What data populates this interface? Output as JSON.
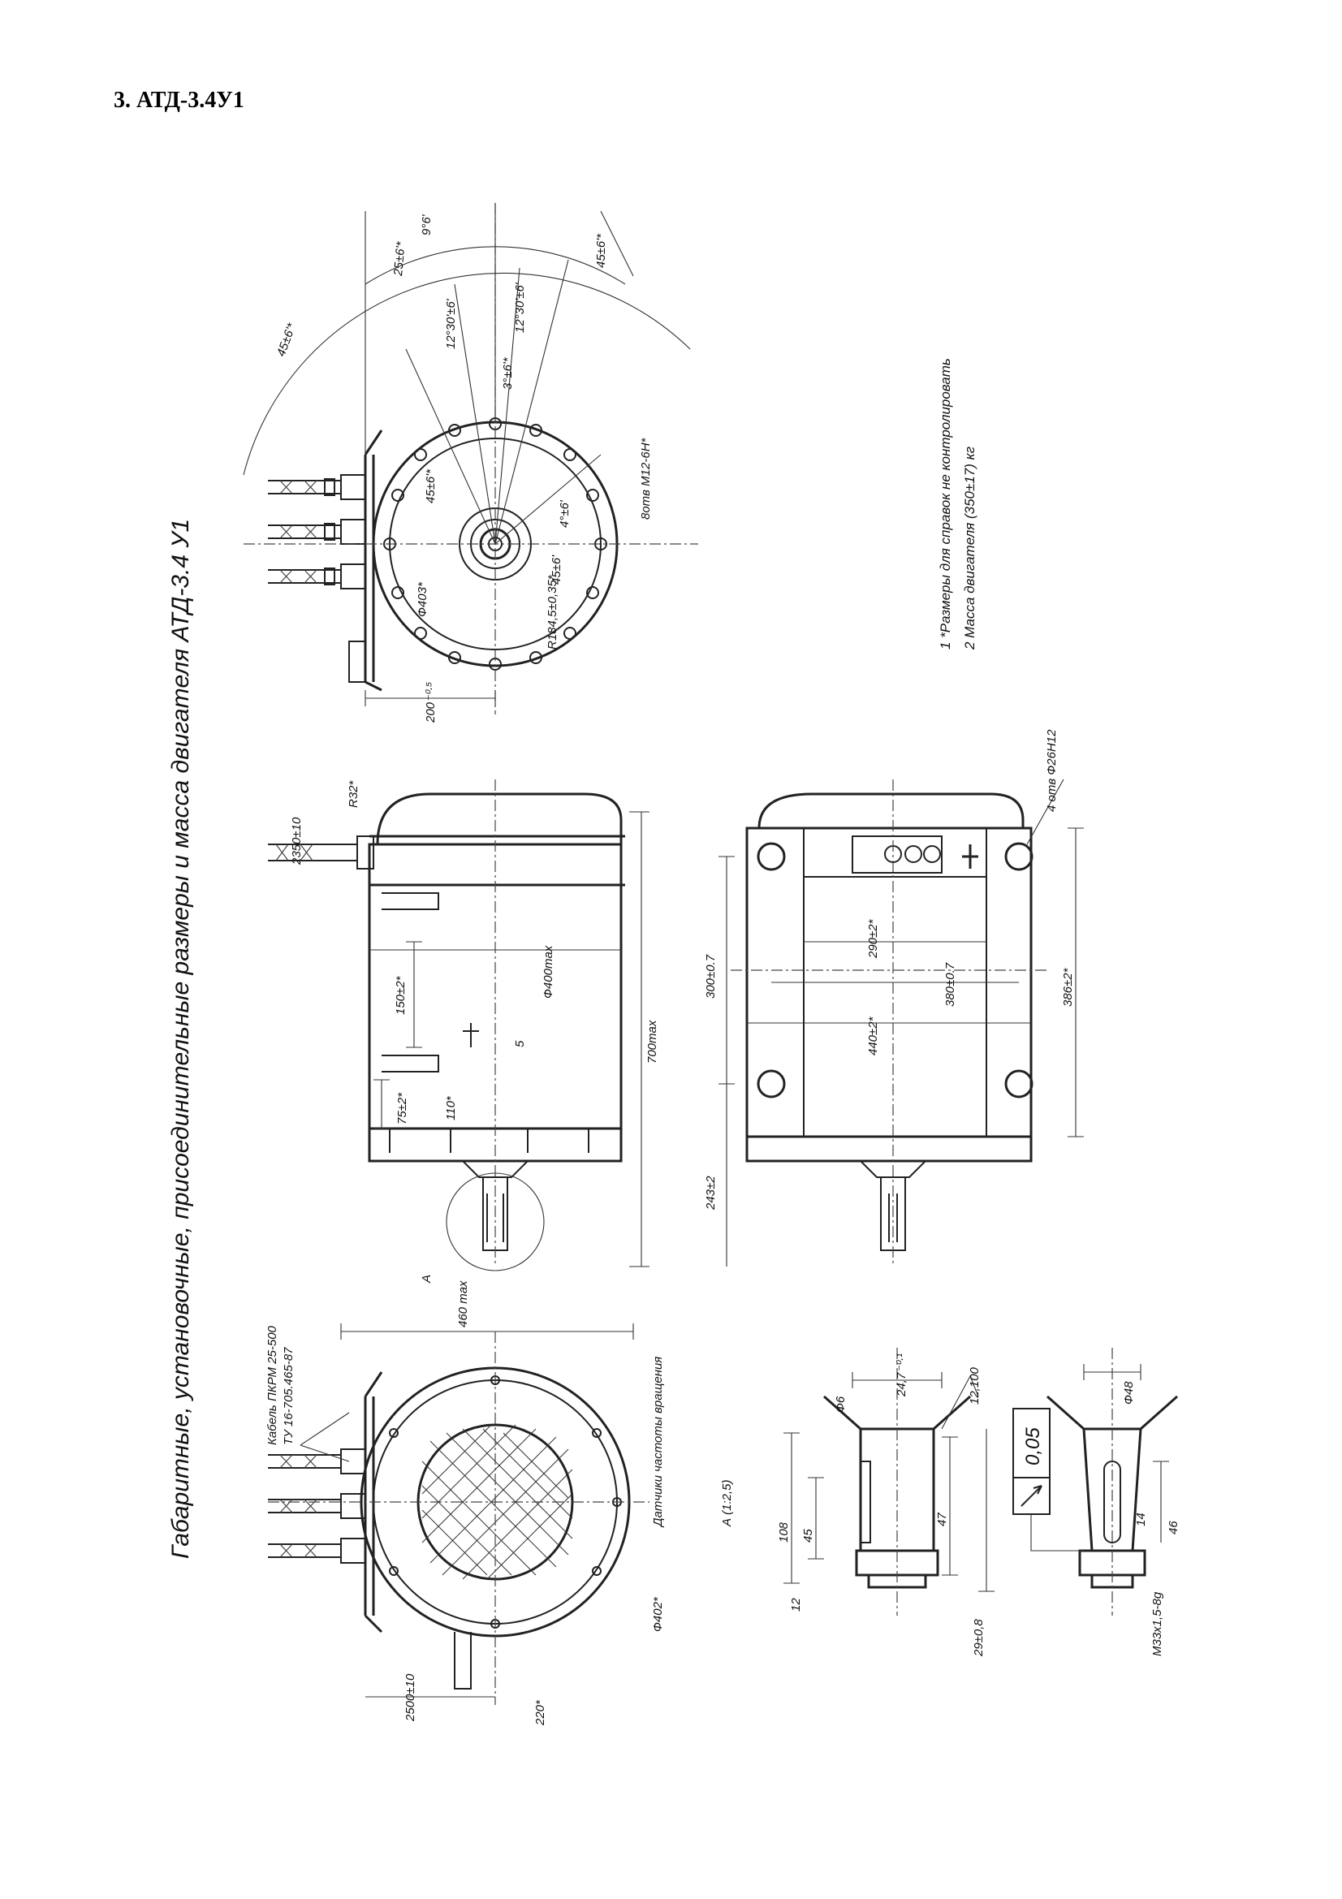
{
  "heading": "3. АТД-3.4У1",
  "drawing": {
    "title": "Габаритные, установочные, присоединительные размеры и масса двигателя АТД-3.4 У1",
    "notes": [
      "1  *Размеры для справок не контролировать",
      "2  Масса двигателя (350±17) кг"
    ],
    "dims": {
      "a45_1": "45±6'*",
      "a25": "25±6'*",
      "a9": "9°6'",
      "a45_2": "45±6'*",
      "a12a": "12°30'±6'",
      "a12b": "12°30'±6'",
      "a3": "3°±6'*",
      "a45_3": "45±6'*",
      "thread": "8отв М12-6Н*",
      "a45_4": "45±6'",
      "a4": "4°±6'",
      "d403": "Ф403*",
      "r184": "R184,5±0,35*",
      "d200": "200⁻⁰·⁵",
      "r32": "R32*",
      "c2350": "2350±10",
      "d400": "Ф400max",
      "c150": "150±2*",
      "c75": "75±2*",
      "c110": "110*",
      "c5": "5",
      "c700": "700max",
      "c300": "300±0.7",
      "c243": "243±2",
      "holes": "4 отв Ф26Н12",
      "c290": "290±2*",
      "c380": "380±0.7",
      "c440": "440±2*",
      "c386": "386±2*",
      "c460": "460 max",
      "cable1": "Кабель ПКРМ 25-500",
      "cable2": "ТУ 16-705.465-87",
      "sensor": "Датчики частоты вращения",
      "d402": "Ф402*",
      "c2500": "2500±10",
      "c220": "220*",
      "viewA": "А (1:2,5)",
      "c241": "24,7⁻⁰·¹",
      "d6": "Ф6",
      "rough": "12,100",
      "c108": "108",
      "c45": "45",
      "c47": "47",
      "c12": "12",
      "c29": "29±0,8",
      "tol": "0,05",
      "d48": "Ф48",
      "c14": "14",
      "c46": "46",
      "thr2": "М33х1,5-8g",
      "markA": "А"
    }
  }
}
